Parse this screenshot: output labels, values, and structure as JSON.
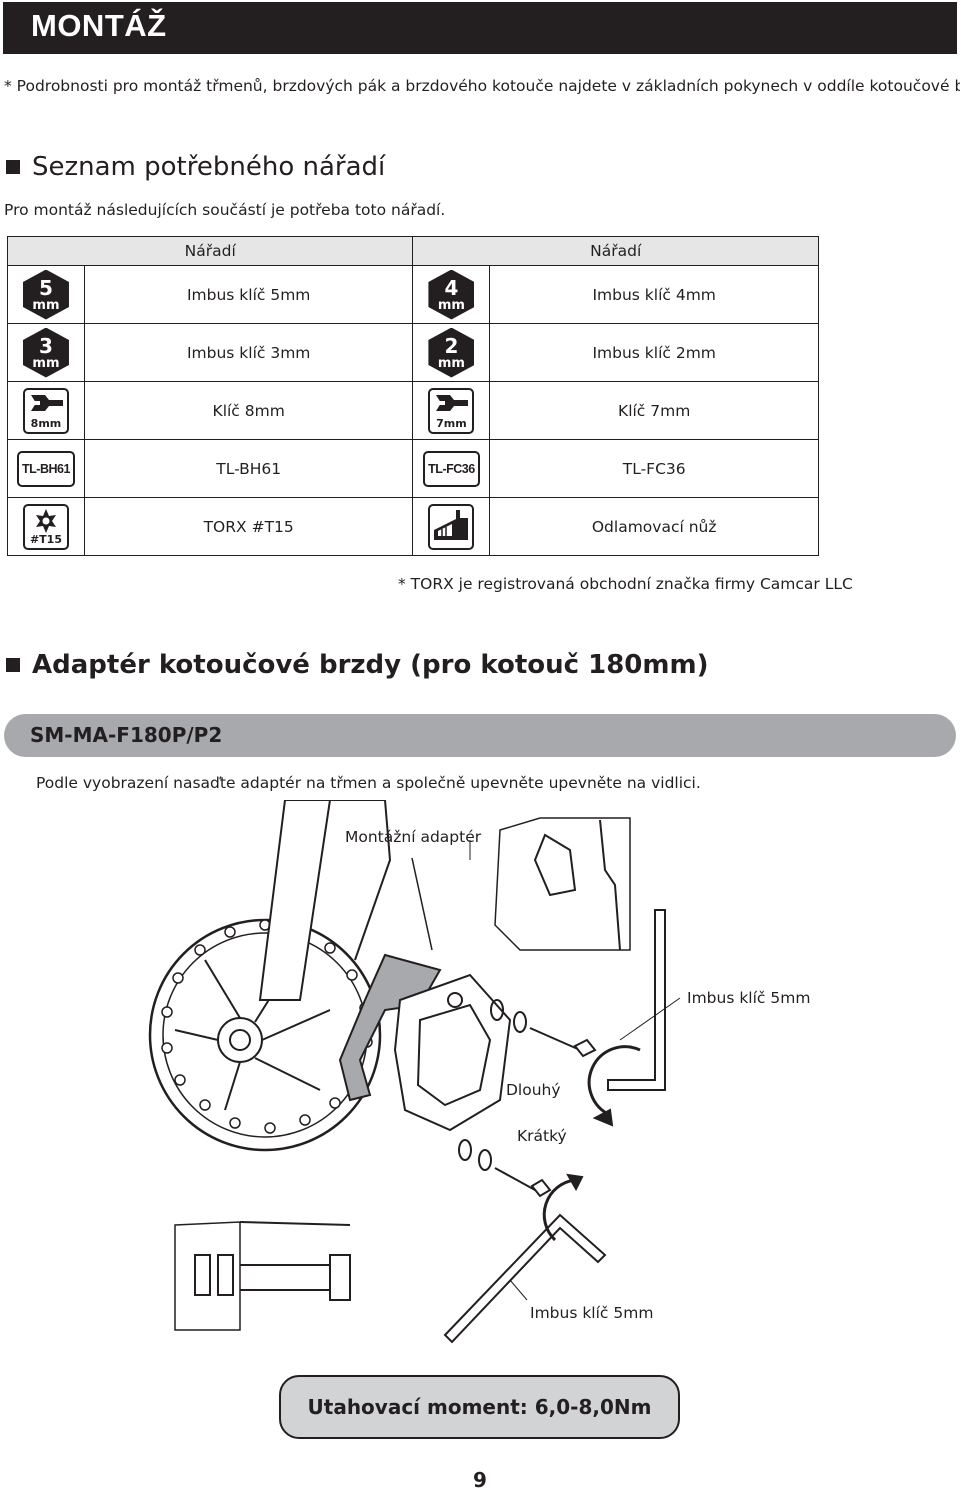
{
  "header": {
    "title": "MONTÁŽ"
  },
  "note_top": "* Podrobnosti pro montáž třmenů, brzdových pák a brzdového kotouče najdete v základních pokynech v oddíle kotoučové brzdy.",
  "tools_section": {
    "heading": "Seznam potřebného nářadí",
    "intro": "Pro montáž následujících součástí je potřeba toto nářadí.",
    "col_header_left": "Nářadí",
    "col_header_right": "Nářadí",
    "rows": [
      {
        "left": {
          "icon": "hex-key-5mm-icon",
          "icon_num": "5",
          "icon_unit": "mm",
          "label": "Imbus klíč 5mm"
        },
        "right": {
          "icon": "hex-key-4mm-icon",
          "icon_num": "4",
          "icon_unit": "mm",
          "label": "Imbus klíč 4mm"
        }
      },
      {
        "left": {
          "icon": "hex-key-3mm-icon",
          "icon_num": "3",
          "icon_unit": "mm",
          "label": "Imbus klíč 3mm"
        },
        "right": {
          "icon": "hex-key-2mm-icon",
          "icon_num": "2",
          "icon_unit": "mm",
          "label": "Imbus klíč 2mm"
        }
      },
      {
        "left": {
          "icon": "wrench-8mm-icon",
          "icon_text": "8mm",
          "label": "Klíč 8mm"
        },
        "right": {
          "icon": "wrench-7mm-icon",
          "icon_text": "7mm",
          "label": "Klíč 7mm"
        }
      },
      {
        "left": {
          "icon": "tl-bh61-tool-icon",
          "icon_text": "TL-BH61",
          "label": "TL-BH61"
        },
        "right": {
          "icon": "tl-fc36-tool-icon",
          "icon_text": "TL-FC36",
          "label": "TL-FC36"
        }
      },
      {
        "left": {
          "icon": "torx-t15-icon",
          "icon_text": "#T15",
          "label": "TORX #T15"
        },
        "right": {
          "icon": "box-cutter-icon",
          "label": "Odlamovací nůž"
        }
      }
    ],
    "torx_note": "* TORX je registrovaná obchodní značka firmy Camcar LLC"
  },
  "adapter_section": {
    "heading": "Adaptér kotoučové brzdy (pro kotouč 180mm)",
    "model": "SM-MA-F180P/P2",
    "instruction": "Podle vyobrazení nasaďte adaptér na třmen a společně upevněte upevněte na vidlici.",
    "figure_labels": {
      "mount_adapter": "Montážní adaptér",
      "hex_key_upper": "Imbus klíč 5mm",
      "long": "Dlouhý",
      "short": "Krátký",
      "hex_key_lower": "Imbus klíč 5mm"
    },
    "torque": "Utahovací moment: 6,0-8,0Nm"
  },
  "page_number": "9"
}
